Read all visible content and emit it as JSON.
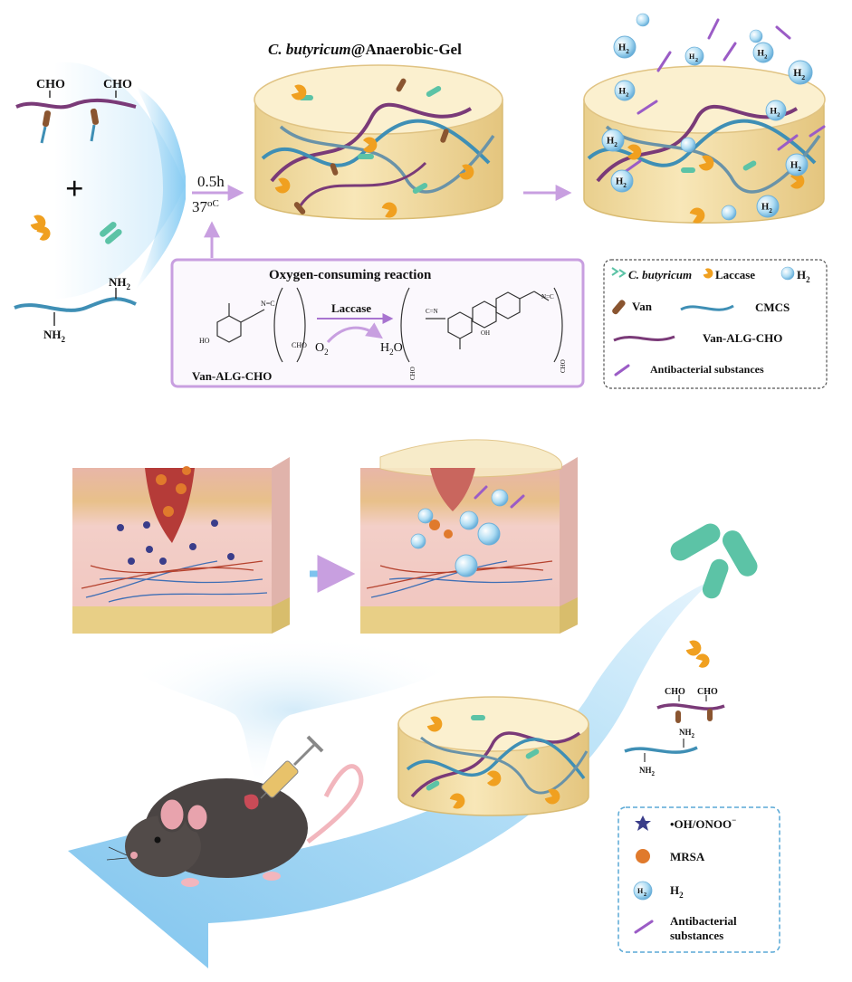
{
  "title": {
    "italic_part": "C. butyricum",
    "rest": "@Anaerobic-Gel"
  },
  "components": {
    "cho": "CHO",
    "nh2": "NH",
    "nh2_sub": "2",
    "plus": "+"
  },
  "conditions": {
    "time": "0.5h",
    "temp": "37",
    "temp_unit": "oC"
  },
  "reaction": {
    "title": "Oxygen-consuming reaction",
    "enzyme": "Laccase",
    "o2": "O",
    "o2_sub": "2",
    "h2o": "H",
    "h2o_sub": "2",
    "h2o_tail": "O",
    "reactant": "Van-ALG-CHO",
    "small_ho": "HO",
    "small_oh": "OH",
    "small_cho": "CHO",
    "small_cn": "C=N",
    "small_nc": "N=C"
  },
  "legend_top": {
    "cbutyricum": "C. butyricum",
    "laccase": "Laccase",
    "h2": "H",
    "h2_sub": "2",
    "van": "Van",
    "cmcs": "CMCS",
    "van_alg_cho": "Van-ALG-CHO",
    "antibacterial": "Antibacterial substances"
  },
  "legend_bottom": {
    "radical": "•OH/ONOO",
    "radical_sup": "−",
    "mrsa": "MRSA",
    "h2": "H",
    "h2_sub": "2",
    "antibacterial_1": "Antibacterial",
    "antibacterial_2": "substances"
  },
  "bubble_label": "H",
  "bubble_sub": "2",
  "colors": {
    "gel_fill": "#f5e3ad",
    "gel_top": "#fbf0cf",
    "purple_chain": "#7a3a78",
    "blue_chain": "#3f8fb5",
    "bacteria": "#5cc3a6",
    "laccase": "#f0a020",
    "antibacterial": "#9b5cc6",
    "h2_bubble": "#9fd4ef",
    "radical": "#3a3d8a",
    "mrsa": "#e07a2c",
    "arrow_blue": "#7ec3ee",
    "skin": "#f0c6c0"
  }
}
